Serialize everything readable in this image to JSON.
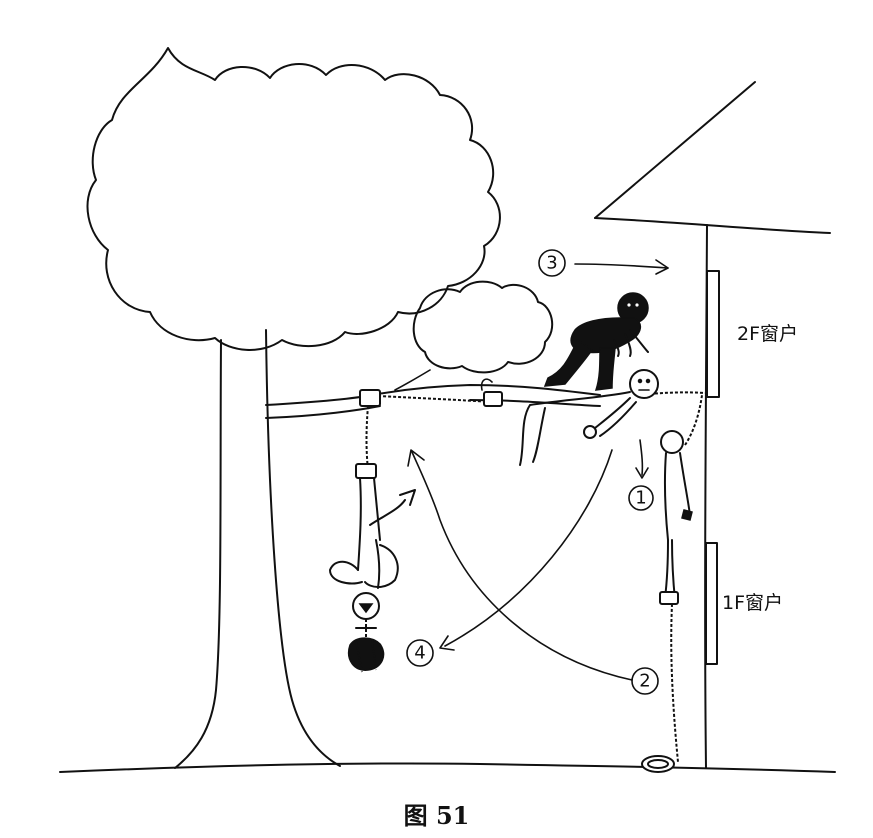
{
  "labels": {
    "window_2f": "2F窗户",
    "window_1f": "1F窗户"
  },
  "steps": [
    {
      "id": "step-1",
      "text": "1"
    },
    {
      "id": "step-2",
      "text": "2"
    },
    {
      "id": "step-3",
      "text": "3"
    },
    {
      "id": "step-4",
      "text": "4"
    }
  ],
  "caption": "图 51"
}
